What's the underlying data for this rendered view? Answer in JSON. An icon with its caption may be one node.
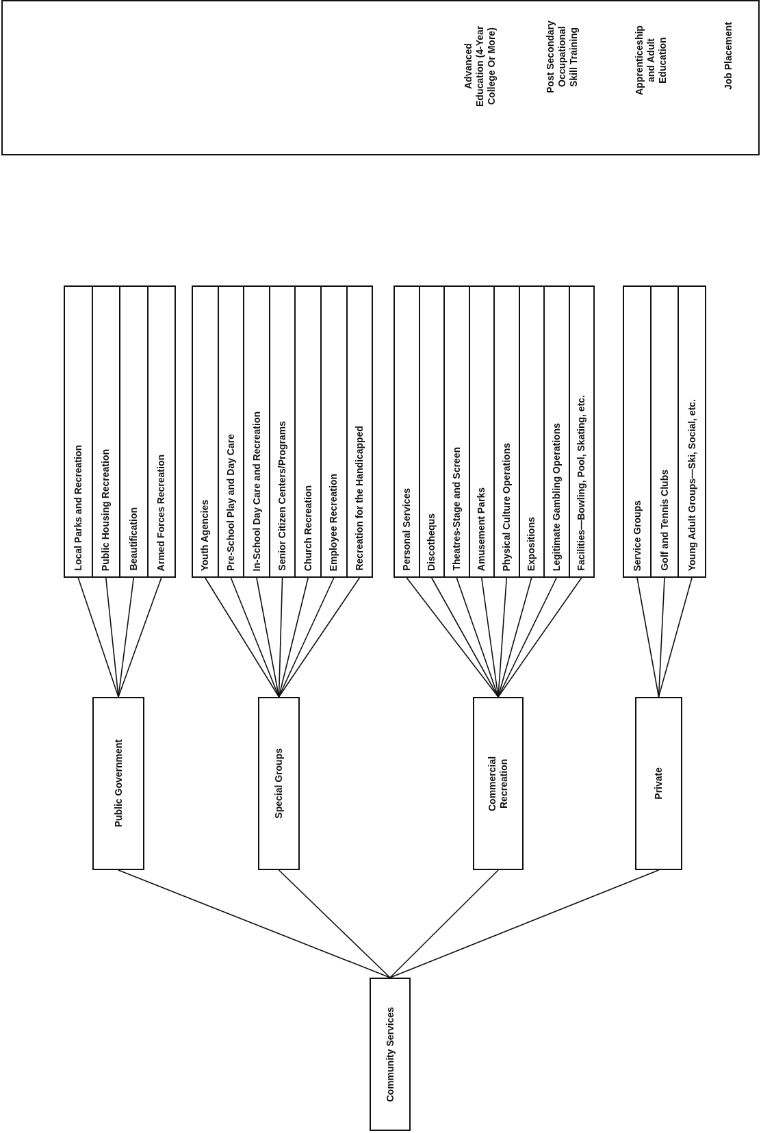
{
  "diagram": {
    "nodes": [
      {
        "text": [
          "Job Placement",
          "Apprenticeship and Adult Education",
          "Post Secondary Occupational Skill Training",
          "Advanced Education (4-Year College Or More)"
        ]
      },
      {
        "text": [
          "Community Services"
        ]
      },
      {
        "text": [
          "Public Government"
        ]
      },
      {
        "text": [
          "Special Groups"
        ]
      },
      {
        "text": [
          "Commercial Recreation"
        ]
      },
      {
        "text": [
          "Private"
        ]
      },
      {
        "text": [
          "Local Parks and Recreation"
        ]
      },
      {
        "text": [
          "Public Housing Recreation"
        ]
      },
      {
        "text": [
          "Beautification"
        ]
      },
      {
        "text": [
          "Armed Forces Recreation"
        ]
      },
      {
        "text": [
          "Youth Agencies"
        ]
      },
      {
        "text": [
          "Pre-School Play and Day Care"
        ]
      },
      {
        "text": [
          "In-School Day Care and Recreation"
        ]
      },
      {
        "text": [
          "Senior Citizen Centers/Programs"
        ]
      },
      {
        "text": [
          "Church Recreation"
        ]
      },
      {
        "text": [
          "Employee Recreation"
        ]
      },
      {
        "text": [
          "Recreation for the Handicapped"
        ]
      },
      {
        "text": [
          "Personal Services"
        ]
      },
      {
        "text": [
          "Discothequs"
        ]
      },
      {
        "text": [
          "Theatres-Stage and Screen"
        ]
      },
      {
        "text": [
          "Amusement Parks"
        ]
      },
      {
        "text": [
          "Physical Culture Operations"
        ]
      },
      {
        "text": [
          "Expositions"
        ]
      },
      {
        "text": [
          "Legitimate Gambling Operations"
        ]
      },
      {
        "text": [
          "Facilities—Bowling, Pool, Skating, etc."
        ]
      },
      {
        "text": [
          "Service Groups"
        ]
      },
      {
        "text": [
          "Golf and Tennis Clubs"
        ]
      },
      {
        "text": [
          "Young Adult Groups—Ski, Social, etc."
        ]
      }
    ],
    "edges": [
      {
        "from": 1,
        "to": 2,
        "arrow": "none"
      },
      {
        "from": 1,
        "to": 3,
        "arrow": "none"
      },
      {
        "from": 1,
        "to": 4,
        "arrow": "none"
      },
      {
        "from": 1,
        "to": 5,
        "arrow": "none"
      },
      {
        "from": 2,
        "to": 6,
        "arrow": "none"
      },
      {
        "from": 2,
        "to": 7,
        "arrow": "none"
      },
      {
        "from": 2,
        "to": 8,
        "arrow": "none"
      },
      {
        "from": 2,
        "to": 9,
        "arrow": "none"
      },
      {
        "from": 3,
        "to": 10,
        "arrow": "none"
      },
      {
        "from": 3,
        "to": 11,
        "arrow": "none"
      },
      {
        "from": 3,
        "to": 12,
        "arrow": "none"
      },
      {
        "from": 3,
        "to": 13,
        "arrow": "none"
      },
      {
        "from": 3,
        "to": 14,
        "arrow": "none"
      },
      {
        "from": 3,
        "to": 15,
        "arrow": "none"
      },
      {
        "from": 3,
        "to": 16,
        "arrow": "none"
      },
      {
        "from": 4,
        "to": 17,
        "arrow": "none"
      },
      {
        "from": 4,
        "to": 18,
        "arrow": "none"
      },
      {
        "from": 4,
        "to": 19,
        "arrow": "none"
      },
      {
        "from": 4,
        "to": 20,
        "arrow": "none"
      },
      {
        "from": 4,
        "to": 21,
        "arrow": "none"
      },
      {
        "from": 4,
        "to": 22,
        "arrow": "none"
      },
      {
        "from": 4,
        "to": 23,
        "arrow": "none"
      },
      {
        "from": 4,
        "to": 24,
        "arrow": "none"
      },
      {
        "from": 5,
        "to": 25,
        "arrow": "none"
      },
      {
        "from": 5,
        "to": 26,
        "arrow": "none"
      },
      {
        "from": 5,
        "to": 27,
        "arrow": "none"
      }
    ]
  }
}
